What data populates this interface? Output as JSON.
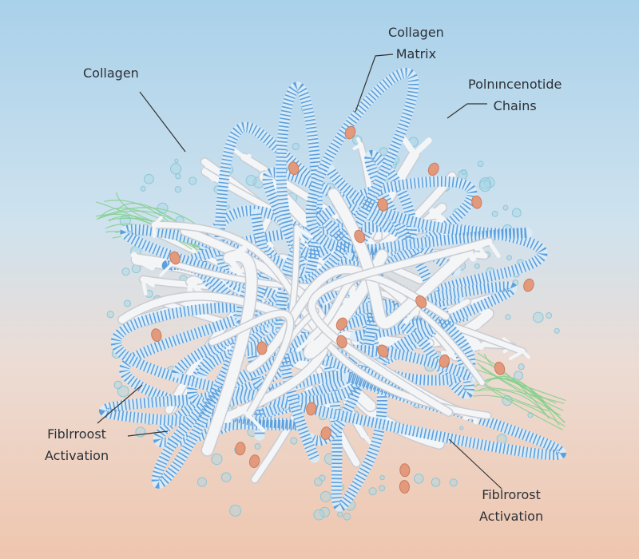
{
  "labels": {
    "collagen": "Collagen",
    "collagen_matrix": [
      "Collagen",
      "Matrix"
    ],
    "chains": [
      "Polnıncenotide",
      "Chains"
    ],
    "activation_left": [
      "Fiblrroost",
      "Activation"
    ],
    "activation_right": [
      "Fiblrorost",
      "Activation"
    ]
  },
  "colors": {
    "fiber": "#f4f5f7",
    "coil": "#5d9fdc",
    "cell": "#e39a7c",
    "filament": "#7fcf8a",
    "bubble": "#a9d8e4"
  }
}
